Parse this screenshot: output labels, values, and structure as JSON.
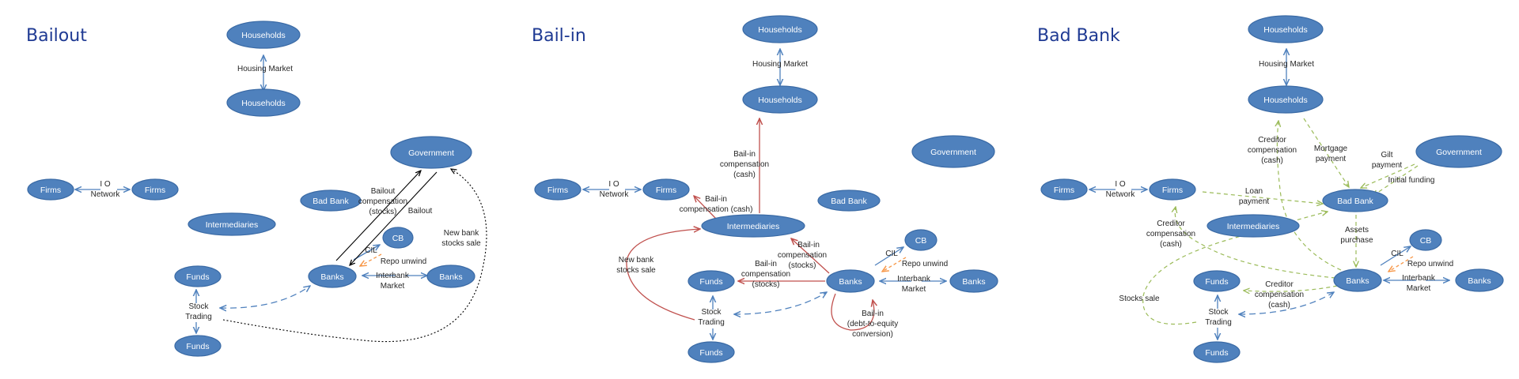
{
  "colors": {
    "node_fill": "#4f81bd",
    "node_stroke": "#3a6aa5",
    "blue_arrow": "#4f81bd",
    "red_arrow": "#c0504d",
    "green_dashed": "#9bbb59",
    "black_arrow": "#000000",
    "orange_dashed": "#f79646",
    "title": "#1f3a93"
  },
  "panels": [
    {
      "title": "Bailout",
      "nodes": {
        "households_top": "Households",
        "households_bottom": "Households",
        "government": "Government",
        "bad_bank": "Bad Bank",
        "firms_left": "Firms",
        "firms_right": "Firms",
        "intermediaries": "Intermediaries",
        "cb": "CB",
        "funds_top": "Funds",
        "funds_bottom": "Funds",
        "banks": "Banks",
        "banks_right": "Banks"
      },
      "labels": {
        "housing_market": "Housing Market",
        "io_network_1": "I O",
        "io_network_2": "Network",
        "bailout_comp_1": "Bailout",
        "bailout_comp_2": "compensation",
        "bailout_comp_3": "(stocks)",
        "bailout": "Bailout",
        "new_bank_1": "New bank",
        "new_bank_2": "stocks sale",
        "cil": "CIL",
        "repo_unwind": "Repo unwind",
        "interbank_1": "Interbank",
        "interbank_2": "Market",
        "stock_1": "Stock",
        "stock_2": "Trading"
      }
    },
    {
      "title": "Bail-in",
      "nodes": {
        "households_top": "Households",
        "households_bottom": "Households",
        "government": "Government",
        "bad_bank": "Bad Bank",
        "firms_left": "Firms",
        "firms_right": "Firms",
        "intermediaries": "Intermediaries",
        "cb": "CB",
        "funds_top": "Funds",
        "funds_bottom": "Funds",
        "banks": "Banks",
        "banks_right": "Banks"
      },
      "labels": {
        "housing_market": "Housing Market",
        "io_network_1": "I O",
        "io_network_2": "Network",
        "bailin_cash_1": "Bail-in",
        "bailin_cash_2": "compensation",
        "bailin_cash_3": "(cash)",
        "bailin_firms_1": "Bail-in",
        "bailin_firms_2": "compensation  (cash)",
        "bailin_int_1": "Bail-in",
        "bailin_int_2": "compensation",
        "bailin_int_3": "(stocks)",
        "bailin_funds_1": "Bail-in",
        "bailin_funds_2": "compensation",
        "bailin_funds_3": "(stocks)",
        "new_bank_1": "New  bank",
        "new_bank_2": "stocks sale",
        "cil": "CIL",
        "repo_unwind": "Repo unwind",
        "interbank_1": "Interbank",
        "interbank_2": "Market",
        "stock_1": "Stock",
        "stock_2": "Trading",
        "debt_1": "Bail-in",
        "debt_2": "(debt-to-equity",
        "debt_3": "conversion)"
      }
    },
    {
      "title": "Bad Bank",
      "nodes": {
        "households_top": "Households",
        "households_bottom": "Households",
        "government": "Government",
        "bad_bank": "Bad Bank",
        "firms_left": "Firms",
        "firms_right": "Firms",
        "intermediaries": "Intermediaries",
        "cb": "CB",
        "funds_top": "Funds",
        "funds_bottom": "Funds",
        "banks": "Banks",
        "banks_right": "Banks"
      },
      "labels": {
        "housing_market": "Housing Market",
        "io_network_1": "I O",
        "io_network_2": "Network",
        "creditor_hh_1": "Creditor",
        "creditor_hh_2": "compensation",
        "creditor_hh_3": "(cash)",
        "mortgage_1": "Mortgage",
        "mortgage_2": "payment",
        "gilt_1": "Gilt",
        "gilt_2": "payment",
        "initial_funding": "Initial funding",
        "loan_1": "Loan",
        "loan_2": "payment",
        "creditor_firms_1": "Creditor",
        "creditor_firms_2": "compensation",
        "creditor_firms_3": "(cash)",
        "assets_1": "Assets",
        "assets_2": "purchase",
        "cil": "CIL",
        "repo_unwind": "Repo unwind",
        "interbank_1": "Interbank",
        "interbank_2": "Market",
        "creditor_funds_1": "Creditor",
        "creditor_funds_2": "compensation",
        "creditor_funds_3": "(cash)",
        "stocks_sale": "Stocks sale",
        "stock_1": "Stock",
        "stock_2": "Trading"
      }
    }
  ]
}
